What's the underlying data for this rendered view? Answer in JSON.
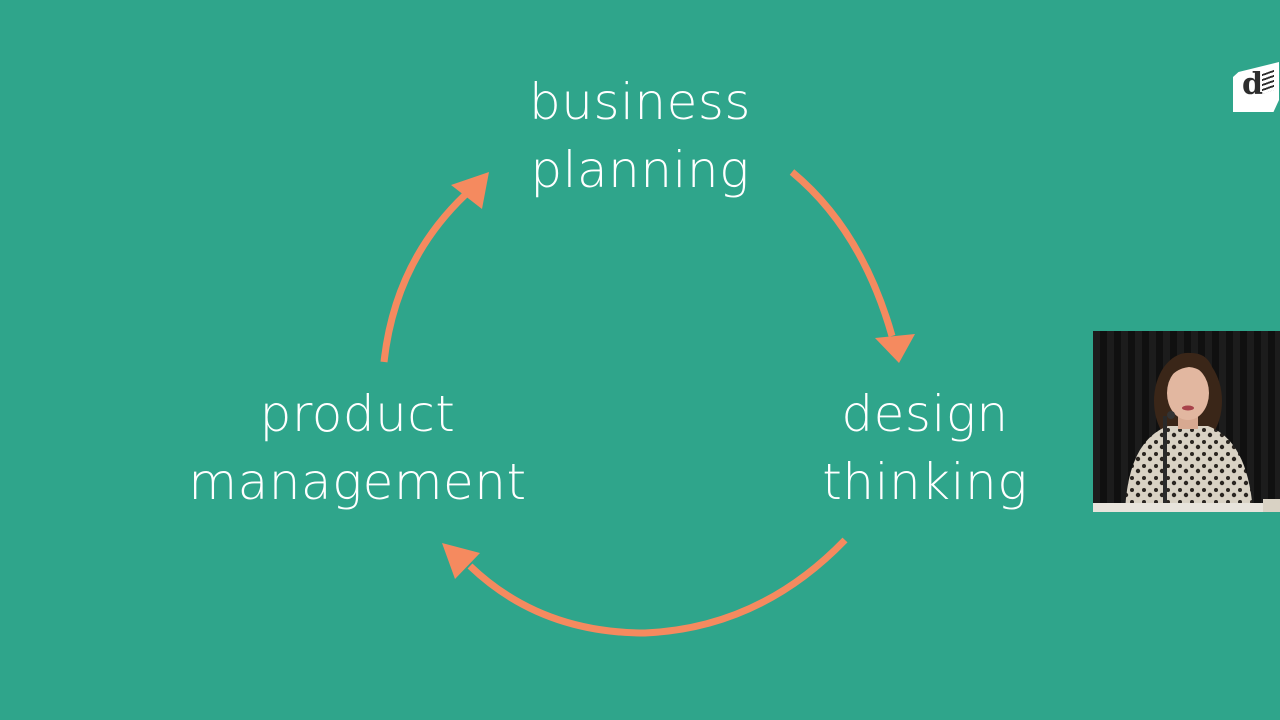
{
  "slide": {
    "background_color": "#2fa58b",
    "text_color": "#ffffff",
    "arrow_color": "#f58a5f",
    "nodes": {
      "business": {
        "line1": "business",
        "line2": "planning"
      },
      "design": {
        "line1": "design",
        "line2": "thinking"
      },
      "product": {
        "line1": "product",
        "line2": "management"
      }
    }
  },
  "logo": {
    "letter": "d",
    "icon": "watermark-logo-icon"
  },
  "video_overlay": {
    "icon": "speaker-video-thumbnail"
  }
}
